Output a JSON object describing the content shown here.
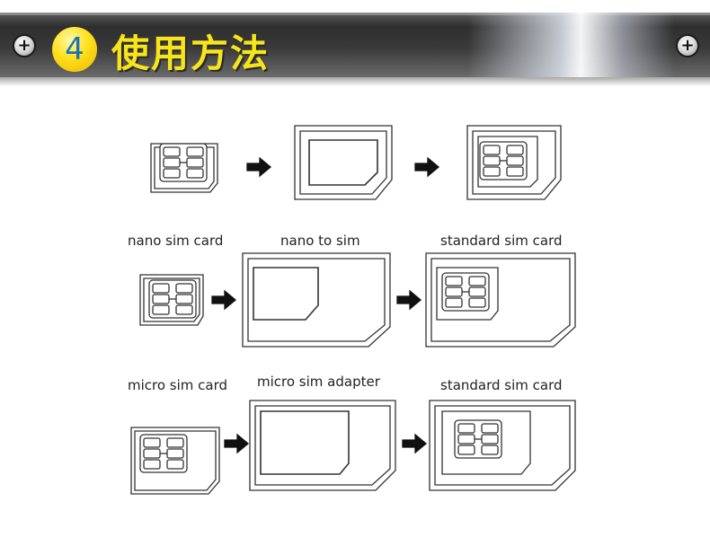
{
  "header": {
    "step_number": "4",
    "title": "使用方法"
  },
  "rows": [
    {
      "labels": [
        "nano sim card",
        "nano to sim",
        "standard sim card"
      ]
    },
    {
      "labels": [
        "micro sim card",
        "micro sim adapter",
        "standard sim card"
      ]
    },
    {
      "labels": []
    }
  ],
  "icons": [
    "screw-plus-icon",
    "screw-plus-icon",
    "arrow-right-icon",
    "sim-chip-icon"
  ]
}
